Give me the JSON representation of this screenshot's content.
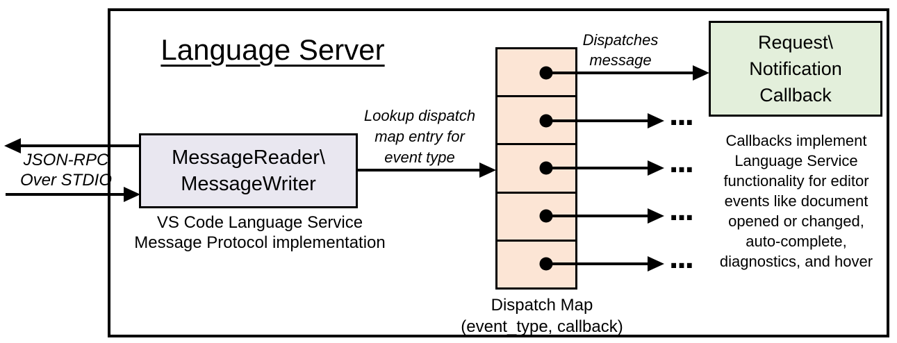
{
  "title": "Language Server",
  "colors": {
    "message_box_fill": "#e9e7f0",
    "dispatch_cell_fill": "#fce5d5",
    "callback_box_fill": "#e3efdb",
    "stroke": "#000000",
    "background": "#ffffff"
  },
  "stdio_label": {
    "line1": "JSON-RPC",
    "line2": "Over STDIO"
  },
  "message_box": {
    "line1": "MessageReader\\",
    "line2": "MessageWriter"
  },
  "message_box_caption": {
    "line1": "VS Code Language Service",
    "line2": "Message Protocol implementation"
  },
  "lookup_label": {
    "line1": "Lookup dispatch",
    "line2": "map entry for",
    "line3": "event type"
  },
  "dispatches_label": {
    "line1": "Dispatches",
    "line2": "message"
  },
  "callback_box": {
    "line1": "Request\\",
    "line2": "Notification",
    "line3": "Callback"
  },
  "dispatch_map_label": {
    "line1": "Dispatch Map",
    "line2": "(event_type, callback)"
  },
  "callbacks_note": {
    "lines": [
      "Callbacks implement",
      "Language Service",
      "functionality for editor",
      "events like document",
      "opened or changed,",
      "auto-complete,",
      "diagnostics, and hover"
    ]
  },
  "more_indicator": "..."
}
